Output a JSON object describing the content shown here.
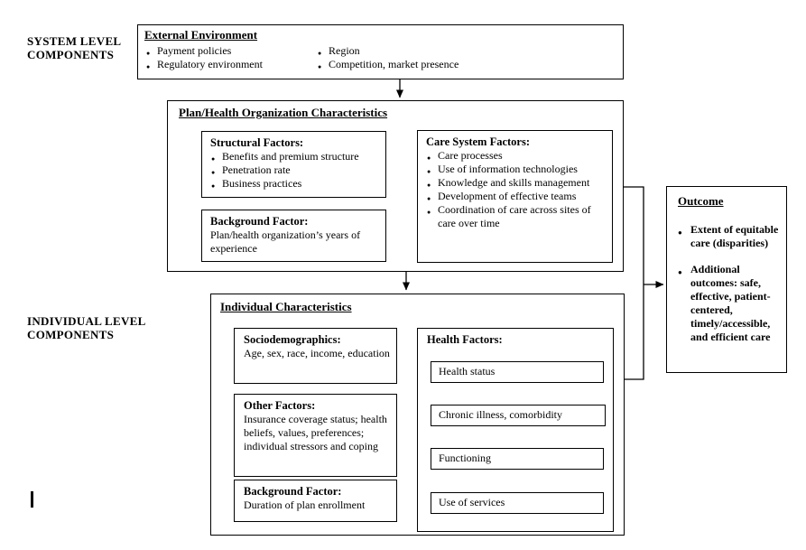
{
  "colors": {
    "line": "#000000",
    "background": "#ffffff",
    "text": "#000000"
  },
  "side_labels": {
    "system": "SYSTEM LEVEL COMPONENTS",
    "individual": "INDIVIDUAL LEVEL COMPONENTS"
  },
  "external_environment": {
    "title": "External Environment",
    "col1": [
      "Payment policies",
      "Regulatory environment"
    ],
    "col2": [
      "Region",
      "Competition, market presence"
    ]
  },
  "plan_org": {
    "title": "Plan/Health Organization Characteristics",
    "structural": {
      "title": "Structural Factors:",
      "items": [
        "Benefits and premium structure",
        "Penetration rate",
        "Business practices"
      ]
    },
    "care_system": {
      "title": "Care System Factors:",
      "items": [
        "Care processes",
        "Use of information technologies",
        "Knowledge and skills management",
        "Development of effective teams",
        "Coordination of care across sites of care over time"
      ]
    },
    "background": {
      "title": "Background Factor:",
      "text": "Plan/health organization’s years of experience"
    }
  },
  "individual": {
    "title": "Individual Characteristics",
    "sociodemographics": {
      "title": "Sociodemographics:",
      "text": "Age, sex, race, income, education"
    },
    "other_factors": {
      "title": "Other Factors:",
      "text": "Insurance coverage status; health beliefs, values, preferences; individual stressors and coping"
    },
    "background": {
      "title": "Background Factor:",
      "text": "Duration of plan enrollment"
    },
    "health_factors": {
      "title": "Health Factors:",
      "boxes": [
        "Health status",
        "Chronic illness, comorbidity",
        "Functioning",
        "Use of services"
      ]
    }
  },
  "outcome": {
    "title": "Outcome",
    "items": [
      "Extent of equitable care (disparities)",
      "Additional outcomes: safe, effective, patient-centered, timely/accessible, and efficient care"
    ]
  }
}
